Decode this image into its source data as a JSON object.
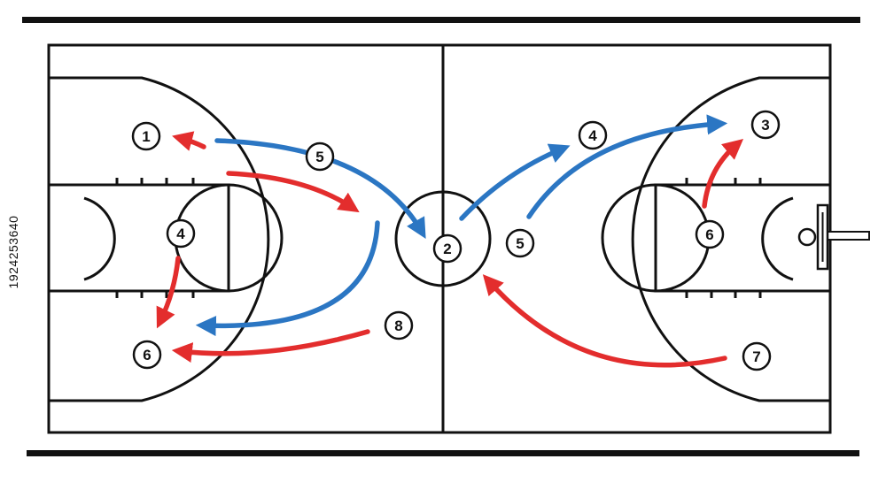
{
  "stock_id": "1924253640",
  "colors": {
    "line": "#111111",
    "red": "#e32d2d",
    "blue": "#2b76c3"
  },
  "players": [
    {
      "id": "p1-left",
      "label": "1"
    },
    {
      "id": "p5-left",
      "label": "5"
    },
    {
      "id": "p4-left",
      "label": "4"
    },
    {
      "id": "p6-left",
      "label": "6"
    },
    {
      "id": "p8",
      "label": "8"
    },
    {
      "id": "p2",
      "label": "2"
    },
    {
      "id": "p5-right",
      "label": "5"
    },
    {
      "id": "p4-right",
      "label": "4"
    },
    {
      "id": "p3",
      "label": "3"
    },
    {
      "id": "p6-right",
      "label": "6"
    },
    {
      "id": "p7",
      "label": "7"
    }
  ],
  "arrows": [
    {
      "id": "red-a1",
      "color": "red"
    },
    {
      "id": "red-a2",
      "color": "red"
    },
    {
      "id": "red-a3",
      "color": "red"
    },
    {
      "id": "red-a4",
      "color": "red"
    },
    {
      "id": "red-a5",
      "color": "red"
    },
    {
      "id": "red-a6",
      "color": "red"
    },
    {
      "id": "blue-a1",
      "color": "blue"
    },
    {
      "id": "blue-a2",
      "color": "blue"
    },
    {
      "id": "blue-a3",
      "color": "blue"
    },
    {
      "id": "blue-a4",
      "color": "blue"
    }
  ]
}
